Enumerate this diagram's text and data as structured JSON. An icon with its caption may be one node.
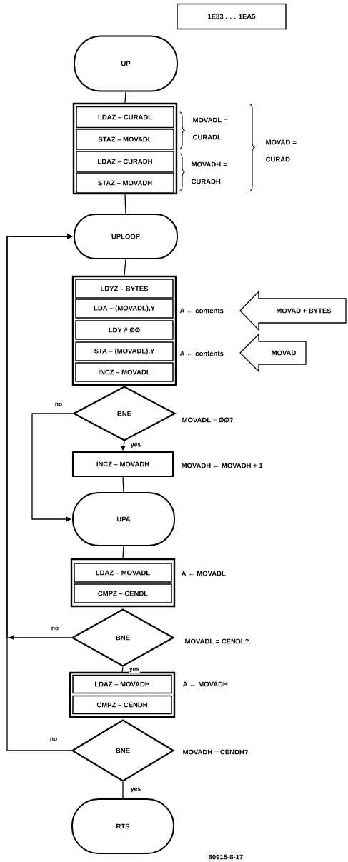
{
  "diagram": {
    "nodes": [
      {
        "text": [
          "1E83 . . . 1EA5"
        ]
      },
      {
        "text": [
          "UP"
        ]
      },
      {
        "text": [],
        "shape": "box"
      },
      {
        "text": [
          "LDAZ – CURADL"
        ],
        "in": 2
      },
      {
        "text": [
          "STAZ – MOVADL"
        ],
        "in": 2
      },
      {
        "text": [
          "LDAZ – CURADH"
        ],
        "in": 2
      },
      {
        "text": [
          "STAZ – MOVADH"
        ],
        "in": 2
      },
      {
        "text": [
          "UPLOOP"
        ]
      },
      {
        "text": [],
        "shape": "box"
      },
      {
        "text": [
          "LDYZ – BYTES"
        ],
        "in": 8
      },
      {
        "text": [
          "LDA – (MOVADL),Y"
        ],
        "in": 8,
        "beside": [
          "A ← contents"
        ]
      },
      {
        "text": [
          "LDY # ØØ"
        ],
        "in": 8
      },
      {
        "text": [
          "STA – (MOVADL),Y"
        ],
        "in": 8,
        "beside": [
          "A ← contents"
        ]
      },
      {
        "text": [
          "INCZ – MOVADL"
        ],
        "in": 8
      },
      {
        "text": [
          "MOVAD + BYTES"
        ]
      },
      {
        "text": [
          "MOVAD"
        ]
      },
      {
        "text": [
          "BNE"
        ],
        "beside": [
          "MOVADL = ØØ?"
        ]
      },
      {
        "text": [
          "INCZ – MOVADH"
        ],
        "beside": [
          "MOVADH ← MOVADH + 1"
        ]
      },
      {
        "text": [
          "UPA"
        ]
      },
      {
        "text": [],
        "shape": "box"
      },
      {
        "text": [
          "LDAZ – MOVADL"
        ],
        "in": 19,
        "beside": [
          "A ← MOVADL"
        ]
      },
      {
        "text": [
          "CMPZ – CENDL"
        ],
        "in": 19
      },
      {
        "text": [
          "BNE"
        ],
        "beside": [
          "MOVADL = CENDL?"
        ]
      },
      {
        "text": [],
        "shape": "box"
      },
      {
        "text": [
          "LDAZ – MOVADH"
        ],
        "in": 23,
        "beside": [
          "A ← MOVADH"
        ]
      },
      {
        "text": [
          "CMPZ – CENDH"
        ],
        "in": 23
      },
      {
        "text": [
          "BNE"
        ],
        "beside": [
          "MOVADH = CENDH?"
        ]
      },
      {
        "text": [
          "RTS"
        ]
      }
    ],
    "edges": [
      {
        "from": 1,
        "to": 2,
        "arrow": "none"
      },
      {
        "from": 2,
        "to": 7,
        "arrow": "none"
      },
      {
        "from": 7,
        "to": 8,
        "arrow": "none"
      },
      {
        "from": 16,
        "to": 17,
        "arrow": "to",
        "label": "yes"
      },
      {
        "from": 16,
        "to": 18,
        "arrow": "to",
        "label": "no"
      },
      {
        "from": 17,
        "to": 18,
        "arrow": "none"
      },
      {
        "from": 18,
        "to": 19,
        "arrow": "none"
      },
      {
        "from": 22,
        "to": 23,
        "arrow": "none",
        "label": "yes"
      },
      {
        "from": 22,
        "to": 7,
        "arrow": "to",
        "label": "no"
      },
      {
        "from": 26,
        "to": 7,
        "arrow": "to",
        "label": "no"
      },
      {
        "from": 26,
        "to": 27,
        "arrow": "none",
        "label": "yes"
      }
    ],
    "labels": [
      "MOVADL = CURADL",
      "MOVADH = CURADH",
      "MOVAD = CURAD",
      "80915-8-17"
    ]
  }
}
